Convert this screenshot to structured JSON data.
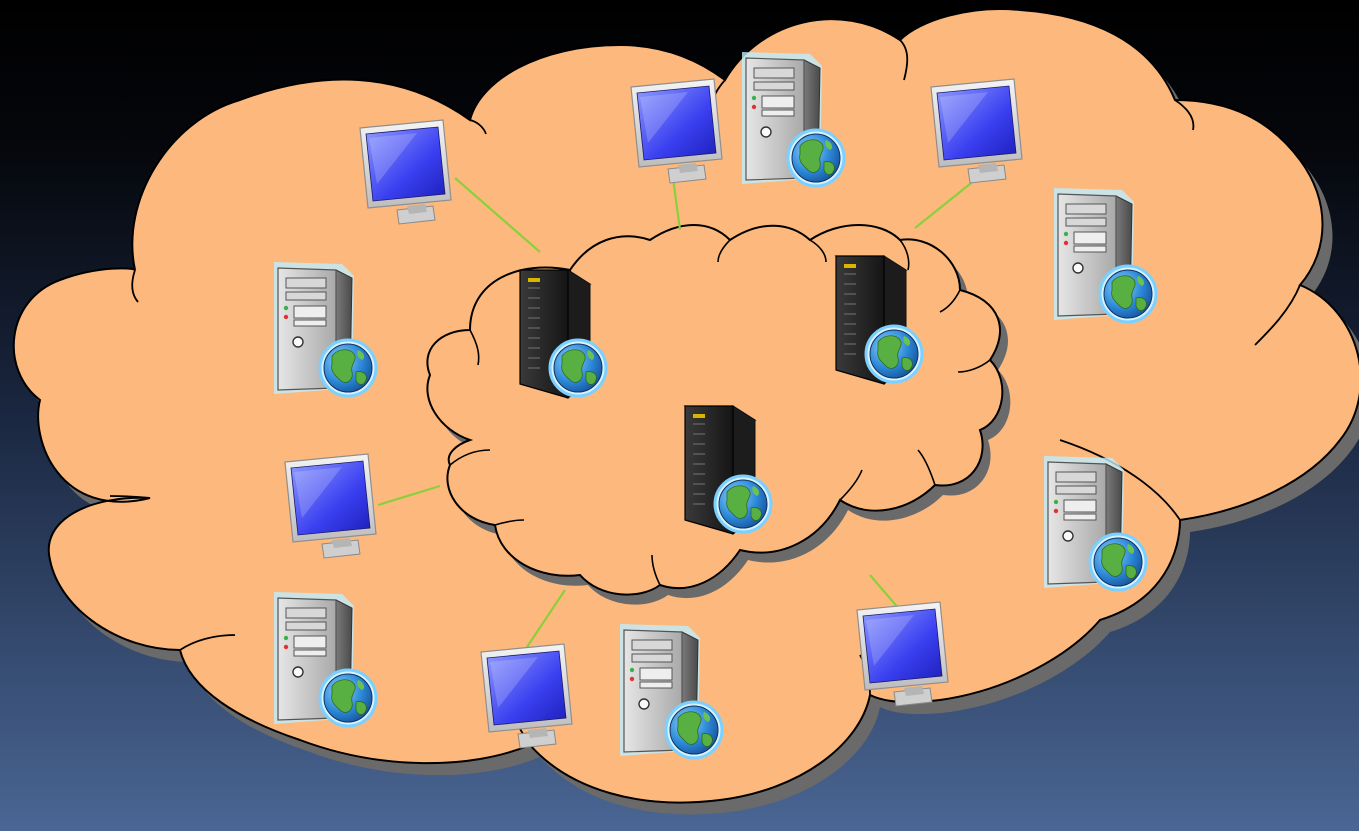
{
  "colors": {
    "cloud_fill": "#fdb97d",
    "cloud_stroke": "#000000",
    "cloud_shadow": "#6e6e6e",
    "link": "#8bd03c",
    "monitor_screen": "#3d3ff0",
    "tower_body": "#c8c8c8",
    "rack_body": "#2b2b2b",
    "globe_water": "#2f8fd8",
    "globe_land": "#5bb040"
  },
  "icons": {
    "monitor": "monitor-icon",
    "workstation": "workstation-globe-icon",
    "rack_server": "rack-server-globe-icon"
  },
  "diagram": {
    "outer_cloud": {
      "monitors": 6,
      "workstations": 6
    },
    "inner_cloud": {
      "rack_servers": 3
    },
    "links": 6
  }
}
